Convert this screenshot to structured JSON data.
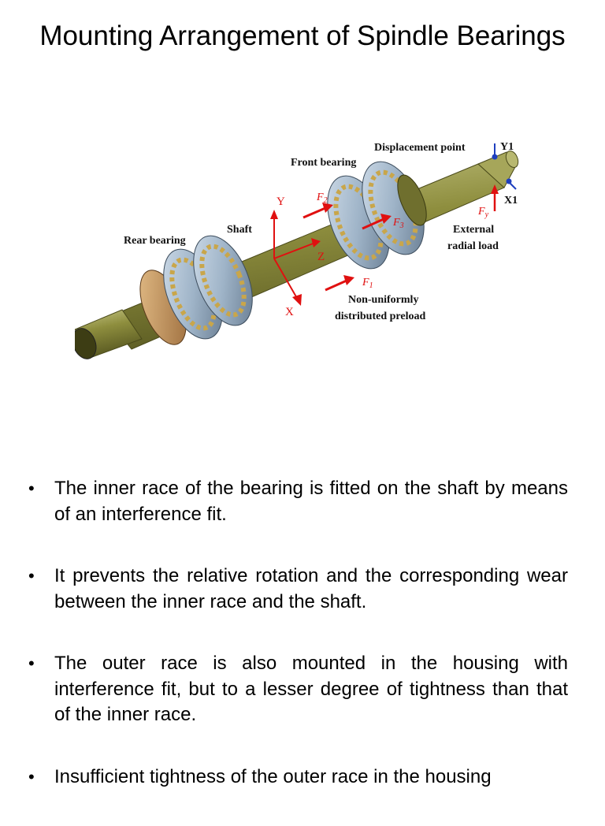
{
  "slide": {
    "title": "Mounting Arrangement of Spindle Bearings"
  },
  "figure": {
    "labels": {
      "displacement_point": "Displacement point",
      "y1": "Y1",
      "x1": "X1",
      "front_bearing": "Front bearing",
      "shaft": "Shaft",
      "rear_bearing": "Rear bearing",
      "external_radial_load_line1": "External",
      "external_radial_load_line2": "radial load",
      "non_uniform_line1": "Non-uniformly",
      "non_uniform_line2": "distributed preload",
      "axis_y": "Y",
      "axis_z": "Z",
      "axis_x": "X",
      "force_f1": "F",
      "force_f1_sub": "1",
      "force_f2": "F",
      "force_f2_sub": "2",
      "force_f3": "F",
      "force_f3_sub": "3",
      "force_fy": "F",
      "force_fy_sub": "y"
    },
    "colors": {
      "shaft": "#8a8a3a",
      "bearing_ring": "#9fb4c8",
      "balls": "#c9a64a",
      "force_arrow": "#e01010",
      "marker": "#1f3fbf"
    }
  },
  "bullets": [
    "The inner race of the bearing is fitted on the shaft by means of an interference fit.",
    "It prevents the relative rotation and the corresponding wear between the inner race and the shaft.",
    "The outer race is also mounted in the housing with interference fit, but to a lesser degree of tightness than that of the inner race.",
    "Insufficient tightness of the outer race in the housing"
  ],
  "bullet_symbol": "•"
}
